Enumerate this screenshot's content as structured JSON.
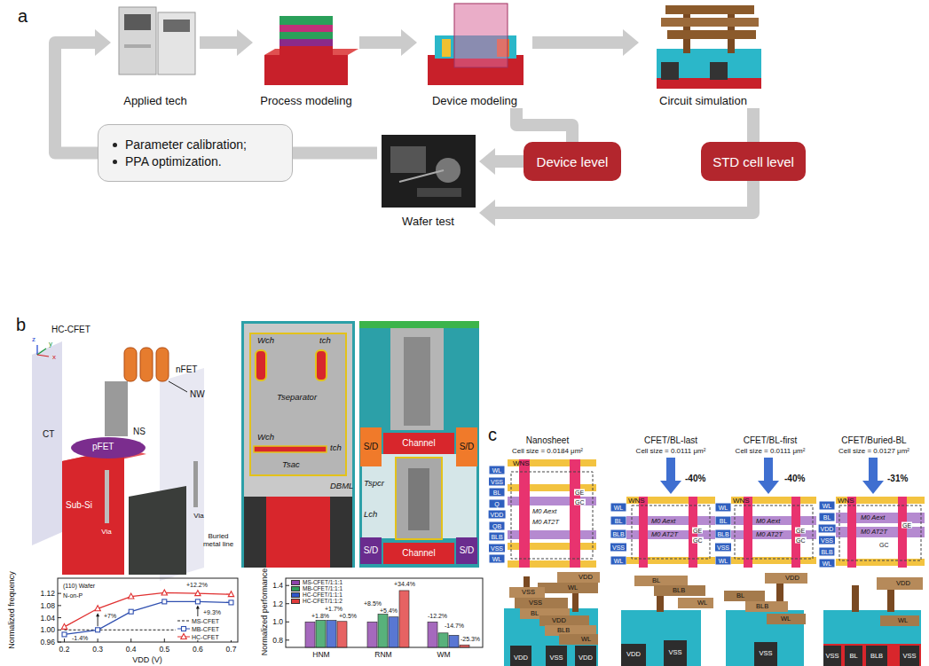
{
  "diagram": {
    "nodes": [
      {
        "text": [
          "Applied tech"
        ]
      },
      {
        "text": [
          "Process modeling"
        ]
      },
      {
        "text": [
          "Device modeling"
        ]
      },
      {
        "text": [
          "Circuit simulation"
        ]
      },
      {
        "text": [
          "Device level"
        ]
      },
      {
        "text": [
          "STD cell level"
        ]
      },
      {
        "text": [
          "Wafer test"
        ]
      },
      {
        "text": [
          "Parameter calibration;",
          "PPA optimization."
        ]
      }
    ],
    "edges": [
      {
        "from": 0,
        "to": 1,
        "arrow": "to"
      },
      {
        "from": 1,
        "to": 2,
        "arrow": "to"
      },
      {
        "from": 2,
        "to": 3,
        "arrow": "to"
      },
      {
        "from": 2,
        "to": 4,
        "arrow": "none"
      },
      {
        "from": 4,
        "to": 6,
        "arrow": "to"
      },
      {
        "from": 3,
        "to": 5,
        "arrow": "none"
      },
      {
        "from": 5,
        "to": 6,
        "arrow": "to"
      },
      {
        "from": 6,
        "to": 7,
        "arrow": "none"
      },
      {
        "from": 7,
        "to": 0,
        "arrow": "to"
      }
    ],
    "labels": [
      "a",
      "b",
      "c",
      "HC-CFET",
      "z",
      "y",
      "x",
      "nFET",
      "NW",
      "NS",
      "pFET",
      "CT",
      "Sub-Si",
      "Via",
      "Via",
      "Buried metal line",
      "Wch",
      "tch",
      "Tseparator",
      "Wch",
      "tch",
      "Tsac",
      "DBML",
      "S/D",
      "Channel",
      "S/D",
      "Tspcr",
      "Lch",
      "S/D",
      "Channel",
      "S/D",
      "Normalized frequency",
      "0.96",
      "1.00",
      "1.04",
      "1.08",
      "1.12",
      "0.2",
      "0.3",
      "0.4",
      "0.5",
      "0.6",
      "0.7",
      "VDD (V)",
      "(110) Wafer",
      "N-on-P",
      "+12.2%",
      "+7%",
      "+9.3%",
      "-1.4%",
      "Normalized performance",
      "0.8",
      "1.0",
      "1.2",
      "1.4",
      "HNM",
      "RNM",
      "WM",
      "+1.8%",
      "+1.7%",
      "+0.5%",
      "+8.5%",
      "+5.4%",
      "+34.4%",
      "-12.2%",
      "-14.7%",
      "-25.3%",
      "Nanosheet",
      "Cell size = 0.0184 μm²",
      "CFET/BL-last",
      "Cell size = 0.0111 μm²",
      "-40%",
      "CFET/BL-first",
      "Cell size = 0.0111 μm²",
      "-40%",
      "CFET/Buried-BL",
      "Cell size = 0.0127 μm²",
      "-31%",
      "WL",
      "VSS",
      "BL",
      "Q",
      "VDD",
      "QB",
      "BLB",
      "VSS",
      "WL",
      "WNS",
      "GE",
      "GC",
      "M0 Aext",
      "M0 AT2T",
      "WL",
      "BL",
      "BLB",
      "VSS",
      "WL",
      "WNS",
      "M0 Aext",
      "GE",
      "GC",
      "M0 AT2T",
      "WL",
      "BL",
      "BLB",
      "VSS",
      "WL",
      "WNS",
      "M0 Aext",
      "GE",
      "GC",
      "M0 AT2T",
      "WL",
      "BL",
      "VDD",
      "VSS",
      "BLB",
      "WL",
      "WNS",
      "M0 Aext",
      "GE",
      "M0 AT2T",
      "GC",
      "VDD",
      "WL",
      "VSS",
      "VSS",
      "BL",
      "VDD",
      "BLB",
      "WL",
      "VDD",
      "VSS",
      "VDD",
      "BL",
      "BLB",
      "WL",
      "VDD",
      "VSS",
      "VDD",
      "BL",
      "BLB",
      "WL",
      "VSS",
      "VDD",
      "WL",
      "VSS",
      "BL",
      "BLB",
      "VSS"
    ],
    "legend": [
      {
        "text": "MS-CFET"
      },
      {
        "text": "MB-CFET"
      },
      {
        "text": "HC-CFET"
      },
      {
        "text": "MS-CFET/1:1:1",
        "color": "#8e44ad"
      },
      {
        "text": "MB-CFET/1:1:1",
        "color": "#2e9e5a"
      },
      {
        "text": "HC-CFET/1:1:1",
        "color": "#2f55c8"
      },
      {
        "text": "HC-CFET/1:1:2",
        "color": "#e03c3c"
      }
    ]
  }
}
